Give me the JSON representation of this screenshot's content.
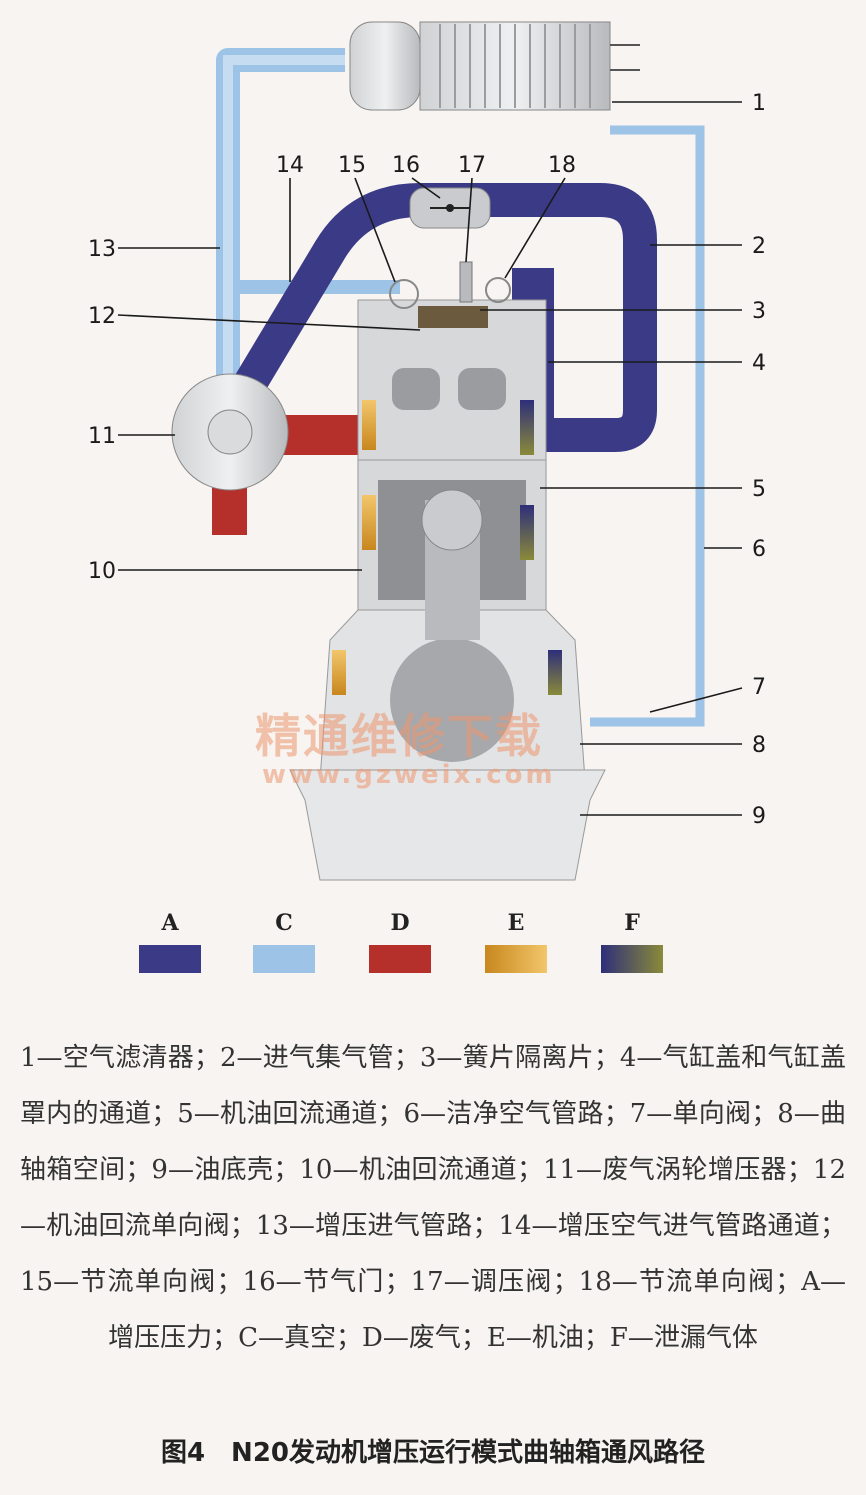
{
  "callouts": {
    "c1": "1",
    "c2": "2",
    "c3": "3",
    "c4": "4",
    "c5": "5",
    "c6": "6",
    "c7": "7",
    "c8": "8",
    "c9": "9",
    "c10": "10",
    "c11": "11",
    "c12": "12",
    "c13": "13",
    "c14": "14",
    "c15": "15",
    "c16": "16",
    "c17": "17",
    "c18": "18"
  },
  "legend": [
    {
      "letter": "A",
      "color": "#3b3a86"
    },
    {
      "letter": "C",
      "color": "#9dc3e6"
    },
    {
      "letter": "D",
      "color": "#b5302b"
    },
    {
      "letter": "E",
      "color_start": "#c8871e",
      "color_end": "#f2c66b"
    },
    {
      "letter": "F",
      "color_start": "#2e2f7a",
      "color_end": "#8a8a3a"
    }
  ],
  "caption": "1—空气滤清器；2—进气集气管；3—簧片隔离片；4—气缸盖和气缸盖罩内的通道；5—机油回流通道；6—洁净空气管路；7—单向阀；8—曲轴箱空间；9—油底壳；10—机油回流通道；11—废气涡轮增压器；12—机油回流单向阀；13—增压进气管路；14—增压空气进气管路通道；15—节流单向阀；16—节气门；17—调压阀；18—节流单向阀；A—增压压力；C—真空；D—废气；E—机油；F—泄漏气体",
  "figure_title": "图4　N20发动机增压运行模式曲轴箱通风路径",
  "watermark": {
    "line1": "精通维修下载",
    "line2": "www.gzweix.com"
  }
}
